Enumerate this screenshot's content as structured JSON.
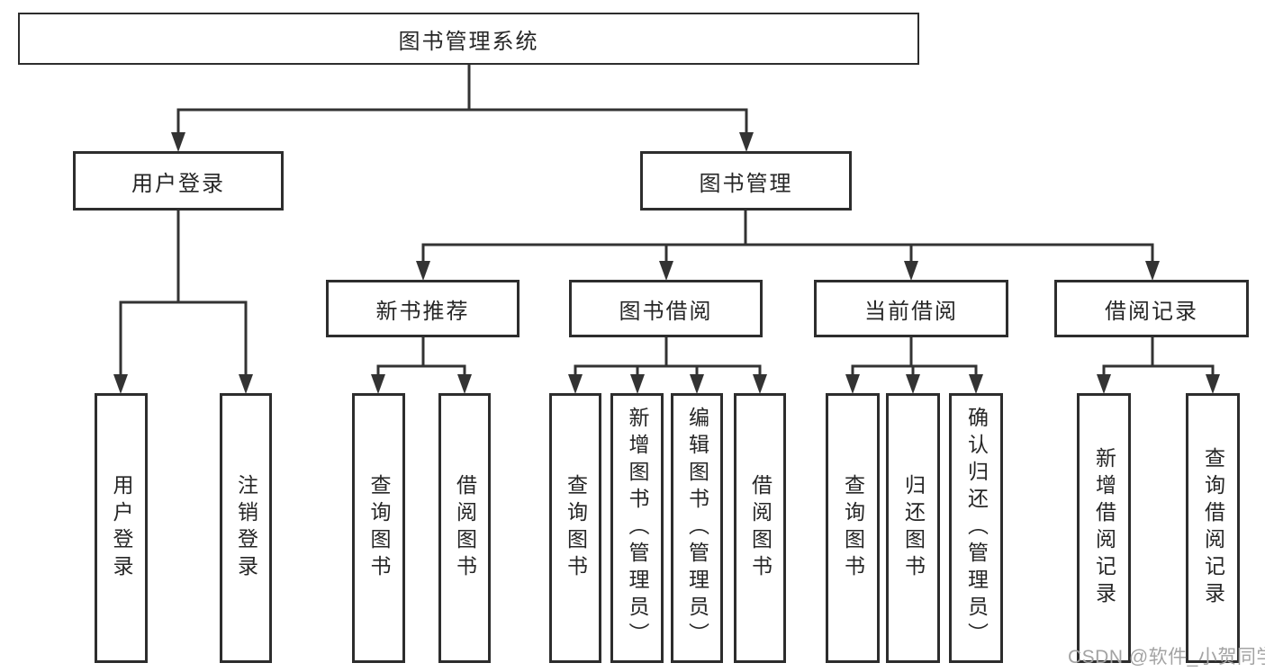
{
  "tree": {
    "label": "图书管理系统",
    "children": [
      {
        "label": "用户登录",
        "children": [
          {
            "label": "用户登录"
          },
          {
            "label": "注销登录"
          }
        ]
      },
      {
        "label": "图书管理",
        "children": [
          {
            "label": "新书推荐",
            "children": [
              {
                "label": "查询图书"
              },
              {
                "label": "借阅图书"
              }
            ]
          },
          {
            "label": "图书借阅",
            "children": [
              {
                "label": "查询图书"
              },
              {
                "label": "新增图书（管理员）"
              },
              {
                "label": "编辑图书（管理员）"
              },
              {
                "label": "借阅图书"
              }
            ]
          },
          {
            "label": "当前借阅",
            "children": [
              {
                "label": "查询图书"
              },
              {
                "label": "归还图书"
              },
              {
                "label": "确认归还（管理员）"
              }
            ]
          },
          {
            "label": "借阅记录",
            "children": [
              {
                "label": "新增借阅记录"
              },
              {
                "label": "查询借阅记录"
              }
            ]
          }
        ]
      }
    ]
  },
  "watermark": {
    "text": "CSDN @软件_小贺同学"
  },
  "colors": {
    "line": "#333333",
    "box_border": "#2d2d2d",
    "text": "#262626",
    "watermark": "#a3a3a3",
    "background": "#ffffff"
  }
}
